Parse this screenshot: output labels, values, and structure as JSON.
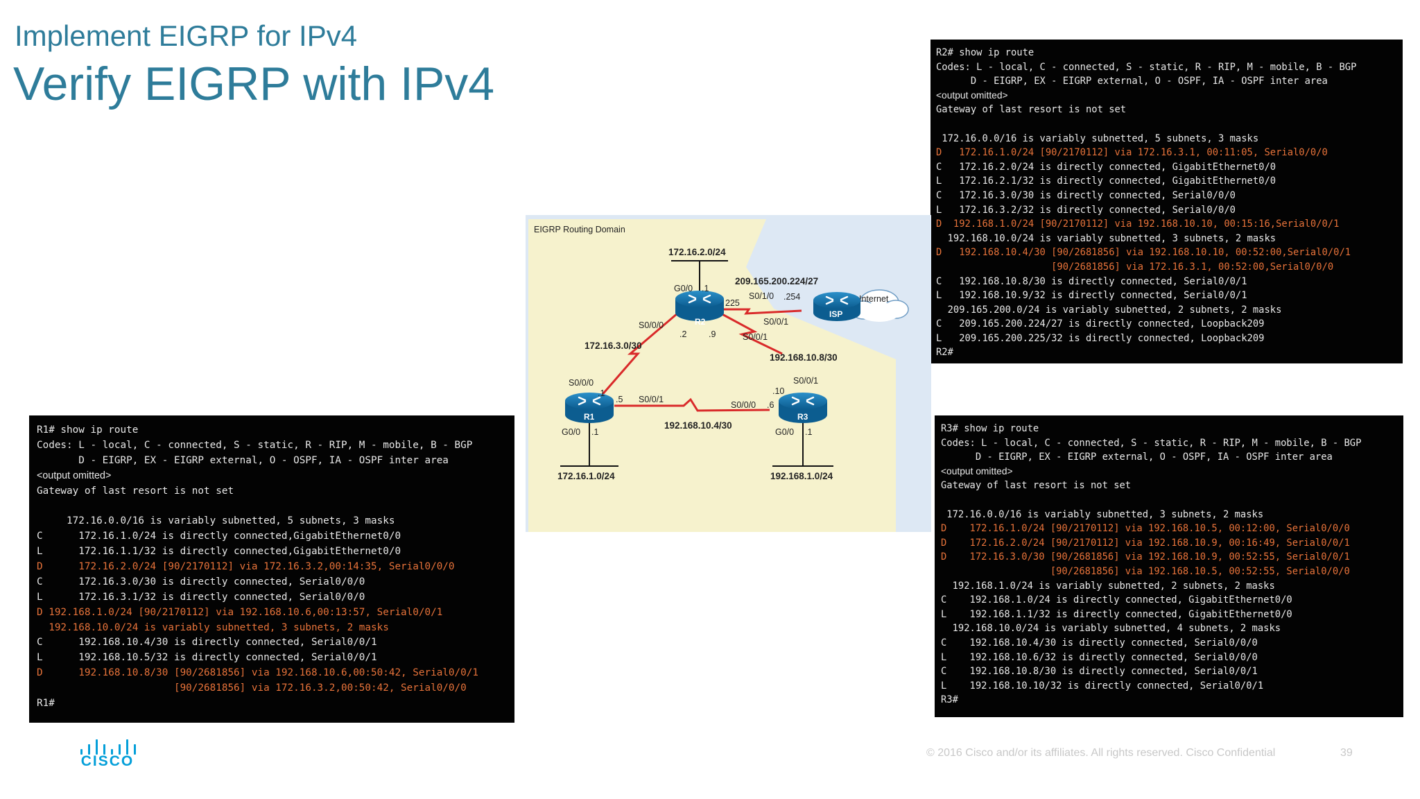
{
  "header": {
    "subtitle": "Implement EIGRP for IPv4",
    "title": "Verify EIGRP with IPv4"
  },
  "diagram": {
    "domain_label": "EIGRP Routing Domain",
    "routers": {
      "r1": "R1",
      "r2": "R2",
      "r3": "R3",
      "isp": "ISP"
    },
    "cloud_label": "Internet",
    "networks": {
      "r2_lan": "172.16.2.0/24",
      "isp_link": "209.165.200.224/27",
      "r1_r2": "172.16.3.0/30",
      "r2_r3": "192.168.10.8/30",
      "r1_r3": "192.168.10.4/30",
      "r1_lan": "172.16.1.0/24",
      "r3_lan": "192.168.1.0/24"
    },
    "interfaces": {
      "r2_g0": "G0/0",
      "r2_g0_host": ".1",
      "r2_s010": "S0/1/0",
      "r2_s010_host": "225",
      "isp_host": ".254",
      "isp_s001": "S0/0/1",
      "r2_s000": "S0/0/0",
      "r2_s000_host": ".2",
      "r2_s001": "S0/0/1",
      "r2_s001_host": ".9",
      "r1_s000": "S0/0/0",
      "r1_s000_host": ".1",
      "r1_s001_host": ".5",
      "r1_s001": "S0/0/1",
      "r1_g0": "G0/0",
      "r1_g0_host": ".1",
      "r3_s001": "S0/0/1",
      "r3_s001_host": ".10",
      "r3_s000": "S0/0/0",
      "r3_s000_host": ".6",
      "r3_g0": "G0/0",
      "r3_g0_host": ".1"
    },
    "colors": {
      "link": "#d92a2a",
      "domain": "#f6f2cd",
      "outer": "#dde8f4",
      "router": "#0f6ea6"
    }
  },
  "terminals": {
    "r2": [
      {
        "text": "R2# show ip route",
        "type": "cmd"
      },
      {
        "text": "Codes: L - local, C - connected, S - static, R - RIP, M - mobile, B - BGP",
        "type": "normal"
      },
      {
        "text": "      D - EIGRP, EX - EIGRP external, O - OSPF, IA - OSPF inter area",
        "type": "normal"
      },
      {
        "text": "<output omitted>",
        "type": "note"
      },
      {
        "text": "Gateway of last resort is not set",
        "type": "normal"
      },
      {
        "text": "",
        "type": "normal"
      },
      {
        "text": " 172.16.0.0/16 is variably subnetted, 5 subnets, 3 masks",
        "type": "normal"
      },
      {
        "text": "D   172.16.1.0/24 [90/2170112] via 172.16.3.1, 00:11:05, Serial0/0/0",
        "type": "eigrp"
      },
      {
        "text": "C   172.16.2.0/24 is directly connected, GigabitEthernet0/0",
        "type": "normal"
      },
      {
        "text": "L   172.16.2.1/32 is directly connected, GigabitEthernet0/0",
        "type": "normal"
      },
      {
        "text": "C   172.16.3.0/30 is directly connected, Serial0/0/0",
        "type": "normal"
      },
      {
        "text": "L   172.16.3.2/32 is directly connected, Serial0/0/0",
        "type": "normal"
      },
      {
        "text": "D  192.168.1.0/24 [90/2170112] via 192.168.10.10, 00:15:16,Serial0/0/1",
        "type": "eigrp"
      },
      {
        "text": "  192.168.10.0/24 is variably subnetted, 3 subnets, 2 masks",
        "type": "normal"
      },
      {
        "text": "D   192.168.10.4/30 [90/2681856] via 192.168.10.10, 00:52:00,Serial0/0/1",
        "type": "eigrp"
      },
      {
        "text": "                    [90/2681856] via 172.16.3.1, 00:52:00,Serial0/0/0",
        "type": "eigrp"
      },
      {
        "text": "C   192.168.10.8/30 is directly connected, Serial0/0/1",
        "type": "normal"
      },
      {
        "text": "L   192.168.10.9/32 is directly connected, Serial0/0/1",
        "type": "normal"
      },
      {
        "text": "  209.165.200.0/24 is variably subnetted, 2 subnets, 2 masks",
        "type": "normal"
      },
      {
        "text": "C   209.165.200.224/27 is directly connected, Loopback209",
        "type": "normal"
      },
      {
        "text": "L   209.165.200.225/32 is directly connected, Loopback209",
        "type": "normal"
      },
      {
        "text": "R2#",
        "type": "cmd"
      }
    ],
    "r1": [
      {
        "text": "R1# show ip route",
        "type": "cmd"
      },
      {
        "text": "Codes: L - local, C - connected, S - static, R - RIP, M - mobile, B - BGP",
        "type": "normal"
      },
      {
        "text": "       D - EIGRP, EX - EIGRP external, O - OSPF, IA - OSPF inter area",
        "type": "normal"
      },
      {
        "text": "<output omitted>",
        "type": "note"
      },
      {
        "text": "Gateway of last resort is not set",
        "type": "normal"
      },
      {
        "text": "",
        "type": "normal"
      },
      {
        "text": "     172.16.0.0/16 is variably subnetted, 5 subnets, 3 masks",
        "type": "normal"
      },
      {
        "text": "C      172.16.1.0/24 is directly connected,GigabitEthernet0/0",
        "type": "normal"
      },
      {
        "text": "L      172.16.1.1/32 is directly connected,GigabitEthernet0/0",
        "type": "normal"
      },
      {
        "text": "D      172.16.2.0/24 [90/2170112] via 172.16.3.2,00:14:35, Serial0/0/0",
        "type": "eigrp"
      },
      {
        "text": "C      172.16.3.0/30 is directly connected, Serial0/0/0",
        "type": "normal"
      },
      {
        "text": "L      172.16.3.1/32 is directly connected, Serial0/0/0",
        "type": "normal"
      },
      {
        "text": "D 192.168.1.0/24 [90/2170112] via 192.168.10.6,00:13:57, Serial0/0/1",
        "type": "eigrp"
      },
      {
        "text": "  192.168.10.0/24 is variably subnetted, 3 subnets, 2 masks",
        "type": "eigrp"
      },
      {
        "text": "C      192.168.10.4/30 is directly connected, Serial0/0/1",
        "type": "normal"
      },
      {
        "text": "L      192.168.10.5/32 is directly connected, Serial0/0/1",
        "type": "normal"
      },
      {
        "text": "D      192.168.10.8/30 [90/2681856] via 192.168.10.6,00:50:42, Serial0/0/1",
        "type": "eigrp"
      },
      {
        "text": "                       [90/2681856] via 172.16.3.2,00:50:42, Serial0/0/0",
        "type": "eigrp"
      },
      {
        "text": "R1#",
        "type": "cmd"
      }
    ],
    "r3": [
      {
        "text": "R3# show ip route",
        "type": "cmd"
      },
      {
        "text": "Codes: L - local, C - connected, S - static, R - RIP, M - mobile, B - BGP",
        "type": "normal"
      },
      {
        "text": "      D - EIGRP, EX - EIGRP external, O - OSPF, IA - OSPF inter area",
        "type": "normal"
      },
      {
        "text": "<output omitted>",
        "type": "note"
      },
      {
        "text": "Gateway of last resort is not set",
        "type": "normal"
      },
      {
        "text": "",
        "type": "normal"
      },
      {
        "text": " 172.16.0.0/16 is variably subnetted, 3 subnets, 2 masks",
        "type": "normal"
      },
      {
        "text": "D    172.16.1.0/24 [90/2170112] via 192.168.10.5, 00:12:00, Serial0/0/0",
        "type": "eigrp"
      },
      {
        "text": "D    172.16.2.0/24 [90/2170112] via 192.168.10.9, 00:16:49, Serial0/0/1",
        "type": "eigrp"
      },
      {
        "text": "D    172.16.3.0/30 [90/2681856] via 192.168.10.9, 00:52:55, Serial0/0/1",
        "type": "eigrp"
      },
      {
        "text": "                   [90/2681856] via 192.168.10.5, 00:52:55, Serial0/0/0",
        "type": "eigrp"
      },
      {
        "text": "  192.168.1.0/24 is variably subnetted, 2 subnets, 2 masks",
        "type": "normal"
      },
      {
        "text": "C    192.168.1.0/24 is directly connected, GigabitEthernet0/0",
        "type": "normal"
      },
      {
        "text": "L    192.168.1.1/32 is directly connected, GigabitEthernet0/0",
        "type": "normal"
      },
      {
        "text": "  192.168.10.0/24 is variably subnetted, 4 subnets, 2 masks",
        "type": "normal"
      },
      {
        "text": "C    192.168.10.4/30 is directly connected, Serial0/0/0",
        "type": "normal"
      },
      {
        "text": "L    192.168.10.6/32 is directly connected, Serial0/0/0",
        "type": "normal"
      },
      {
        "text": "C    192.168.10.8/30 is directly connected, Serial0/0/1",
        "type": "normal"
      },
      {
        "text": "L    192.168.10.10/32 is directly connected, Serial0/0/1",
        "type": "normal"
      },
      {
        "text": "R3#",
        "type": "cmd"
      }
    ]
  },
  "footer": {
    "logo_word": "CISCO",
    "copyright": "© 2016  Cisco and/or its affiliates. All rights reserved.   Cisco Confidential",
    "page_number": "39"
  }
}
